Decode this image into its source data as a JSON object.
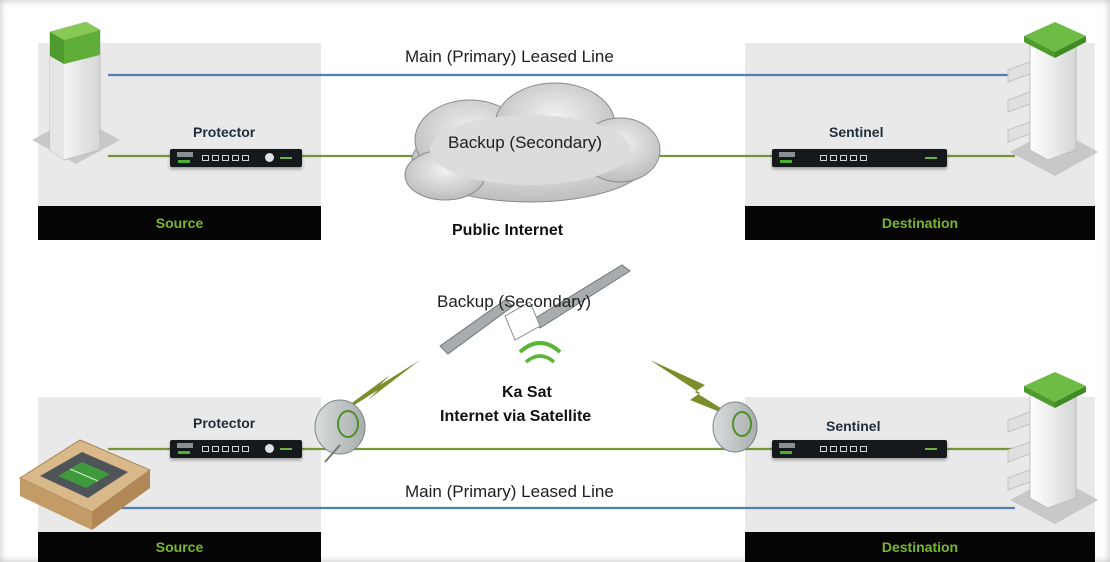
{
  "top": {
    "main_line": "Main (Primary) Leased Line",
    "backup_line": "Backup (Secondary)",
    "protector": "Protector",
    "sentinel": "Sentinel",
    "source": "Source",
    "destination": "Destination",
    "cloud": "Public Internet"
  },
  "bottom": {
    "backup_line": "Backup (Secondary)",
    "satellite_title": "Ka Sat",
    "satellite_subtitle": "Internet via Satellite",
    "protector": "Protector",
    "sentinel": "Sentinel",
    "main_line": "Main (Primary) Leased Line",
    "source": "Source",
    "destination": "Destination"
  },
  "colors": {
    "primary_line": "#4f7fb3",
    "backup_line": "#79933a",
    "label_green": "#79b82e",
    "panel_gray": "#e9e9e9"
  }
}
